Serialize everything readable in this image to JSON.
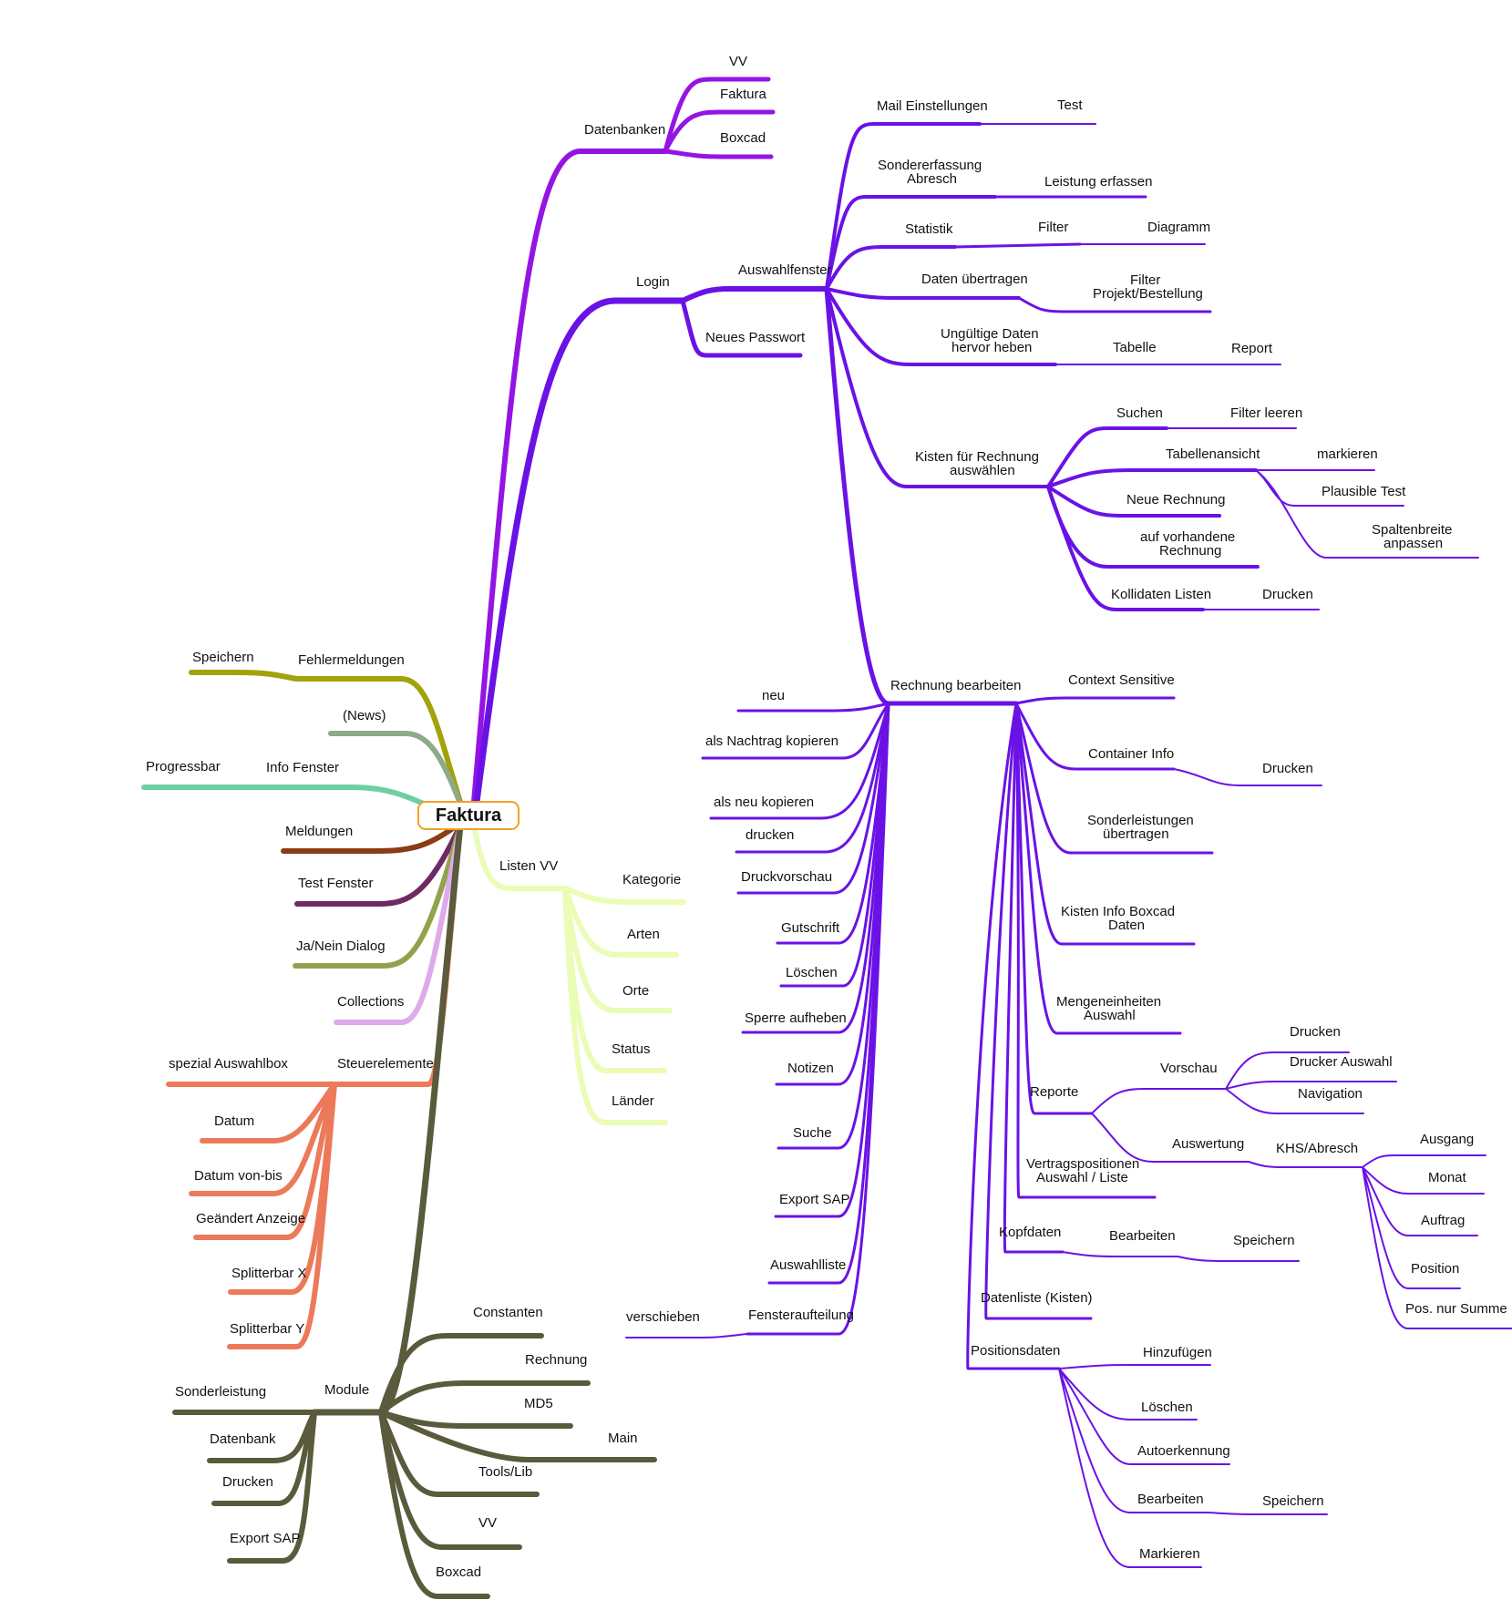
{
  "root": {
    "label": "Faktura",
    "border_color": "#f3a125"
  },
  "colors": {
    "datenbanken": "#9414e4",
    "login": "#6a12e6",
    "speichern_branch": "#a2a20a",
    "news": "#8faa88",
    "info": "#6dcfa3",
    "meldungen": "#8a3c14",
    "testfenster": "#6e2a63",
    "janein": "#92a24c",
    "collections": "#deaaea",
    "steuer": "#ec7a5a",
    "module": "#5a5a3c",
    "listen": "#eafcb6"
  },
  "nodes": {
    "vv_top": "VV",
    "faktura": "Faktura",
    "boxcad": "Boxcad",
    "datenbanken": "Datenbanken",
    "mail": "Mail Einstellungen",
    "test": "Test",
    "sonder1": "Sondererfassung",
    "sonder2": "Abresch",
    "leistung": "Leistung erfassen",
    "statistik": "Statistik",
    "filter": "Filter",
    "diagramm": "Diagramm",
    "login": "Login",
    "auswahlfenster": "Auswahlfenster",
    "daten_uebertragen": "Daten übertragen",
    "filter_projekt1": "Filter",
    "filter_projekt2": "Projekt/Bestellung",
    "neues_passwort": "Neues Passwort",
    "ungueltige1": "Ungültige  Daten",
    "ungueltige2": "hervor  heben",
    "tabelle": "Tabelle",
    "report": "Report",
    "suchen": "Suchen",
    "filter_leeren": "Filter leeren",
    "tabellenansicht": "Tabellenansicht",
    "markieren_t": "markieren",
    "kisten1": "Kisten  für  Rechnung",
    "kisten2": "auswählen",
    "plausible": "Plausible Test",
    "neue_rechnung": "Neue Rechnung",
    "spalten1": "Spaltenbreite",
    "spalten2": "anpassen",
    "auf1": "auf  vorhandene",
    "auf2": "Rechnung",
    "kollidaten": "Kollidaten Listen",
    "drucken_koll": "Drucken",
    "speichern_tl": "Speichern",
    "fehlermeldungen": "Fehlermeldungen",
    "neu": "neu",
    "rechnung_bearbeiten": "Rechnung bearbeiten",
    "context": "Context Sensitive",
    "news": "(News)",
    "als_nachtrag": "als Nachtrag kopieren",
    "container_info": "Container Info",
    "drucken_ci": "Drucken",
    "progressbar": "Progressbar",
    "info_fenster": "Info Fenster",
    "als_neu": "als neu kopieren",
    "sonderleistungen1": "Sonderleistungen",
    "sonderleistungen2": "übertragen",
    "meldungen": "Meldungen",
    "drucken_rb": "drucken",
    "faktura_root": "Faktura",
    "listen_vv": "Listen VV",
    "druckvorschau": "Druckvorschau",
    "kategorie": "Kategorie",
    "test_fenster": "Test Fenster",
    "kisten_info1": "Kisten  Info  Boxcad",
    "kisten_info2": "Daten",
    "gutschrift": "Gutschrift",
    "arten": "Arten",
    "janein": "Ja/Nein Dialog",
    "loeschen_rb": "Löschen",
    "orte": "Orte",
    "mengen1": "Mengeneinheiten",
    "mengen2": "Auswahl",
    "collections": "Collections",
    "sperre": "Sperre aufheben",
    "status": "Status",
    "drucken_vor": "Drucken",
    "spezial": "spezial Auswahlbox",
    "steuerelemente": "Steuerelemente",
    "drucker_auswahl": "Drucker Auswahl",
    "notizen": "Notizen",
    "vorschau": "Vorschau",
    "laender": "Länder",
    "reporte": "Reporte",
    "navigation": "Navigation",
    "datum": "Datum",
    "suche": "Suche",
    "auswertung": "Auswertung",
    "ausgang": "Ausgang",
    "khs": "KHS/Abresch",
    "vertrags1": "Vertragspositionen",
    "vertrags2": "Auswahl  /  Liste",
    "datum_von_bis": "Datum von-bis",
    "monat": "Monat",
    "export_sap_rb": "Export SAP",
    "geaendert": "Geändert Anzeige",
    "auftrag": "Auftrag",
    "kopfdaten": "Kopfdaten",
    "bearbeiten_k": "Bearbeiten",
    "speichern_k": "Speichern",
    "auswahlliste": "Auswahlliste",
    "splitterbar_x": "Splitterbar X",
    "position": "Position",
    "datenliste": "Datenliste (Kisten)",
    "splitterbar_y": "Splitterbar Y",
    "constanten": "Constanten",
    "verschieben": "verschieben",
    "fensteraufteilung": "Fensteraufteilung",
    "pos_summe": "Pos. nur Summe",
    "positionsdaten": "Positionsdaten",
    "hinzufuegen": "Hinzufügen",
    "rechnung_mod": "Rechnung",
    "sonderleistung": "Sonderleistung",
    "module": "Module",
    "md5": "MD5",
    "loeschen_pos": "Löschen",
    "datenbank": "Datenbank",
    "main": "Main",
    "autoerkennung": "Autoerkennung",
    "drucken_mod": "Drucken",
    "tools": "Tools/Lib",
    "bearbeiten_pos": "Bearbeiten",
    "speichern_pos": "Speichern",
    "export_sap_mod": "Export SAP",
    "vv_mod": "VV",
    "markieren_pos": "Markieren",
    "boxcad_mod": "Boxcad"
  }
}
